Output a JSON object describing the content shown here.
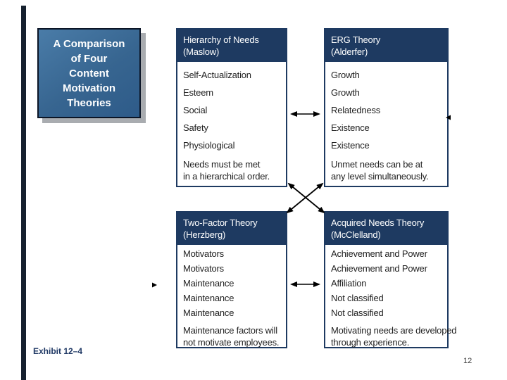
{
  "slide": {
    "title_box": {
      "lines": [
        "A Comparison",
        "of Four",
        "Content",
        "Motivation",
        "Theories"
      ]
    },
    "tables": [
      {
        "title": "Hierarchy of Needs",
        "subtitle": "(Maslow)",
        "rows": [
          "Self-Actualization",
          "Esteem",
          "Social",
          "Safety",
          "Physiological"
        ],
        "note": [
          "Needs must be met",
          "in a hierarchical order."
        ]
      },
      {
        "title": "ERG Theory",
        "subtitle": "(Alderfer)",
        "rows": [
          "Growth",
          "Growth",
          "Relatedness",
          "Existence",
          "Existence"
        ],
        "note": [
          "Unmet needs can be at",
          "any level simultaneously."
        ]
      },
      {
        "title": "Two-Factor Theory",
        "subtitle": "(Herzberg)",
        "rows": [
          "Motivators",
          "Motivators",
          "Maintenance",
          "Maintenance",
          "Maintenance"
        ],
        "note": [
          "Maintenance factors will",
          "not motivate employees."
        ]
      },
      {
        "title": "Acquired Needs Theory",
        "subtitle": "(McClelland)",
        "rows": [
          "Achievement and Power",
          "Achievement and Power",
          "Affiliation",
          "Not classified",
          "Not classified"
        ],
        "note": [
          "Motivating needs are developed",
          "through experience."
        ]
      }
    ],
    "exhibit_label": "Exhibit 12–4",
    "page_number": "12",
    "colors": {
      "table_header_bg": "#1e3a61",
      "table_border": "#1e3a61",
      "title_box_fill": "#376590",
      "title_box_border": "#0b1526",
      "accent_bar": "#16212f",
      "arrow": "#000000",
      "exhibit_text": "#1f3864"
    }
  }
}
